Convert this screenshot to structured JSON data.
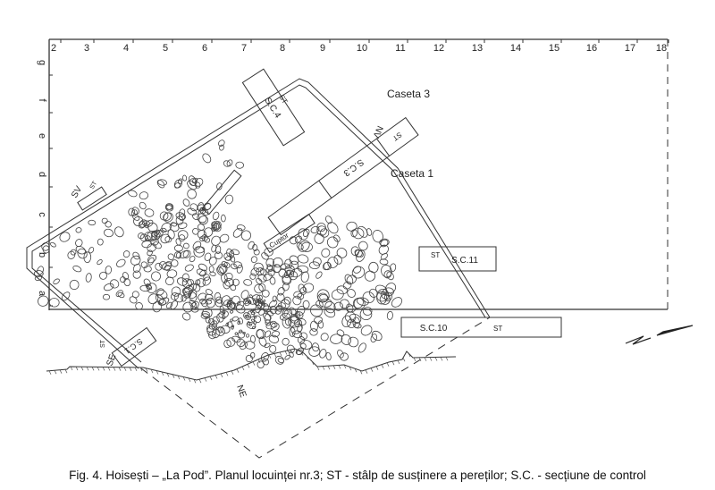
{
  "grid": {
    "columns": [
      "2",
      "3",
      "4",
      "5",
      "6",
      "7",
      "8",
      "9",
      "10",
      "11",
      "12",
      "13",
      "14",
      "15",
      "16",
      "17",
      "18"
    ],
    "rows": [
      "g",
      "f",
      "e",
      "d",
      "c",
      "b",
      "a"
    ]
  },
  "labels": {
    "caseta3": "Caseta 3",
    "caseta1": "Caseta 1",
    "sc4": "S.C.4",
    "sc3": "S.C.3",
    "sc1": "S.C.1",
    "sc11": "S.C.11",
    "sc10": "S.C.10",
    "st": "ST",
    "nv": "NV",
    "sv": "SV",
    "se": "SE",
    "ne": "NE",
    "cuptor": "Cuptor"
  },
  "caption": "Fig. 4. Hoisești – „La Pod”. Planul locuinței nr.3; ST - stâlp de susținere a pereților; S.C. - secțiune de control",
  "colors": {
    "ink": "#333333",
    "background": "#ffffff"
  }
}
